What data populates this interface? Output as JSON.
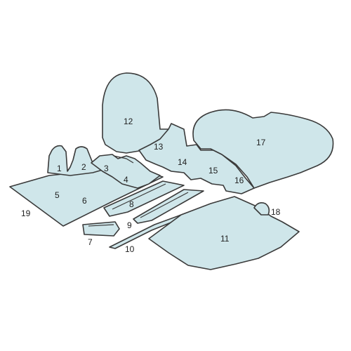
{
  "labels": {
    "p1": "1",
    "p2": "2",
    "p3": "3",
    "p4": "4",
    "p5": "5",
    "p6": "6",
    "p7": "7",
    "p8": "8",
    "p9": "9",
    "p10": "10",
    "p11": "11",
    "p12": "12",
    "p13": "13",
    "p14": "14",
    "p15": "15",
    "p16": "16",
    "p17": "17",
    "p18": "18",
    "p19": "19"
  },
  "colors": {
    "fill": "#cfe6ea",
    "stroke": "#3a3a3a"
  }
}
